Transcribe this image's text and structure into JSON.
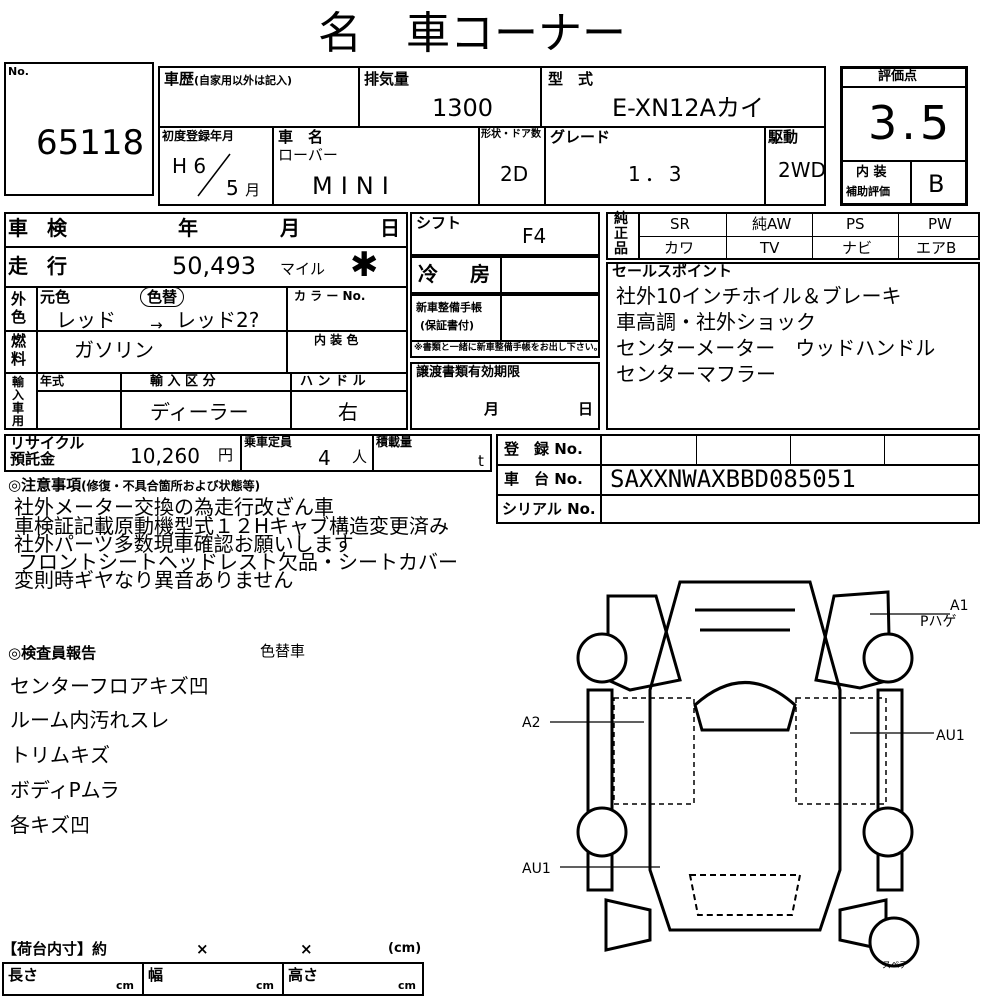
{
  "title": "名　車コーナー",
  "lot": {
    "no_label": "No.",
    "number": "65118"
  },
  "history": {
    "label": "車歴",
    "note": "(自家用以外は記入)",
    "value": ""
  },
  "displacement": {
    "label": "排気量",
    "value": "1300"
  },
  "model_type": {
    "label": "型　式",
    "value": "E-XN12Aカイ"
  },
  "score": {
    "label": "評価点",
    "value": "3.5"
  },
  "interior_score": {
    "label_line1": "内 装",
    "label_line2": "補助評価",
    "value": "B"
  },
  "first_reg": {
    "label": "初度登録年月",
    "era_year": "H 6",
    "month": "5",
    "month_unit": "月"
  },
  "car_name": {
    "label": "車　名",
    "maker": "ローバー",
    "value": "MINI"
  },
  "body_door": {
    "label": "形状・ドア数",
    "value": "2D"
  },
  "grade": {
    "label": "グレード",
    "value": "1．3"
  },
  "drive": {
    "label": "駆動",
    "value": "2WD"
  },
  "shaken": {
    "label": "車 検",
    "year": "年",
    "month": "月",
    "day": "日"
  },
  "mileage": {
    "label": "走 行",
    "value": "50,493",
    "unit": "マイル",
    "mark": "✱"
  },
  "shift": {
    "label": "シフト",
    "value": "F4"
  },
  "aircon": {
    "label": "冷　房",
    "value": ""
  },
  "maintenance_note": {
    "line1": "新車整備手帳",
    "line2": "(保証書付)",
    "note": "※書類と一緒に新車整備手帳をお出し下さい。"
  },
  "color": {
    "side1": "外",
    "side2": "色",
    "orig_label": "元色",
    "change_label": "色替",
    "orig_value": "レッド",
    "arrow": "→",
    "new_value": "レッド2?",
    "color_no_label": "カ ラ ー No."
  },
  "fuel": {
    "side1": "燃",
    "side2": "料",
    "value": "ガソリン",
    "interior_color_label": "内 装 色"
  },
  "import": {
    "side1": "輸",
    "side2": "入",
    "side3": "車",
    "side4": "用",
    "year_label": "年式",
    "category_label": "輸 入 区 分",
    "category_value": "ディーラー",
    "handle_label": "ハ ン ド ル",
    "handle_value": "右"
  },
  "transfer": {
    "label": "譲渡書類有効期限",
    "month": "月",
    "day": "日"
  },
  "options": {
    "side1": "純",
    "side2": "正",
    "side3": "品",
    "row1": [
      "SR",
      "純AW",
      "PS",
      "PW"
    ],
    "row2": [
      "カワ",
      "TV",
      "ナビ",
      "エアB"
    ]
  },
  "selling_points": {
    "label": "セールスポイント",
    "lines": [
      "社外10インチホイル＆ブレーキ",
      "車高調・社外ショック",
      "センターメーター　ウッドハンドル",
      "センターマフラー"
    ]
  },
  "recycle": {
    "label1": "リサイクル",
    "label2": "預託金",
    "value": "10,260",
    "unit": "円"
  },
  "capacity": {
    "label": "乗車定員",
    "value": "4",
    "unit": "人"
  },
  "load": {
    "label": "積載量",
    "unit": "t"
  },
  "registration": {
    "label": "登　録 No."
  },
  "chassis": {
    "label": "車　台 No.",
    "value": "SAXXNWAXBBD085051"
  },
  "serial": {
    "label": "シリアル No."
  },
  "notes": {
    "label": "◎注意事項",
    "sub": "(修復・不具合箇所および状態等)",
    "lines": [
      "社外メーター交換の為走行改ざん車",
      "車検証記載原動機型式１２Hキャブ構造変更済み",
      "社外パーツ多数現車確認お願いします",
      "フロントシートヘッドレスト欠品・シートカバー",
      "変則時ギヤなり異音ありません"
    ]
  },
  "inspector": {
    "label": "◎検査員報告",
    "tag": "色替車",
    "lines": [
      "センターフロアキズ凹",
      "ルーム内汚れスレ",
      "トリムキズ",
      "ボディPムラ",
      "各キズ凹"
    ]
  },
  "diagram": {
    "a1": "A1",
    "p_hage": "Pハゲ",
    "a2": "A2",
    "au1_right": "AU1",
    "au1_left": "AU1",
    "spare": "スペア"
  },
  "cargo": {
    "label": "【荷台内寸】約",
    "x1": "×",
    "x2": "×",
    "unit": "(cm)",
    "length": "長さ",
    "width": "幅",
    "height": "高さ",
    "cm": "cm"
  }
}
